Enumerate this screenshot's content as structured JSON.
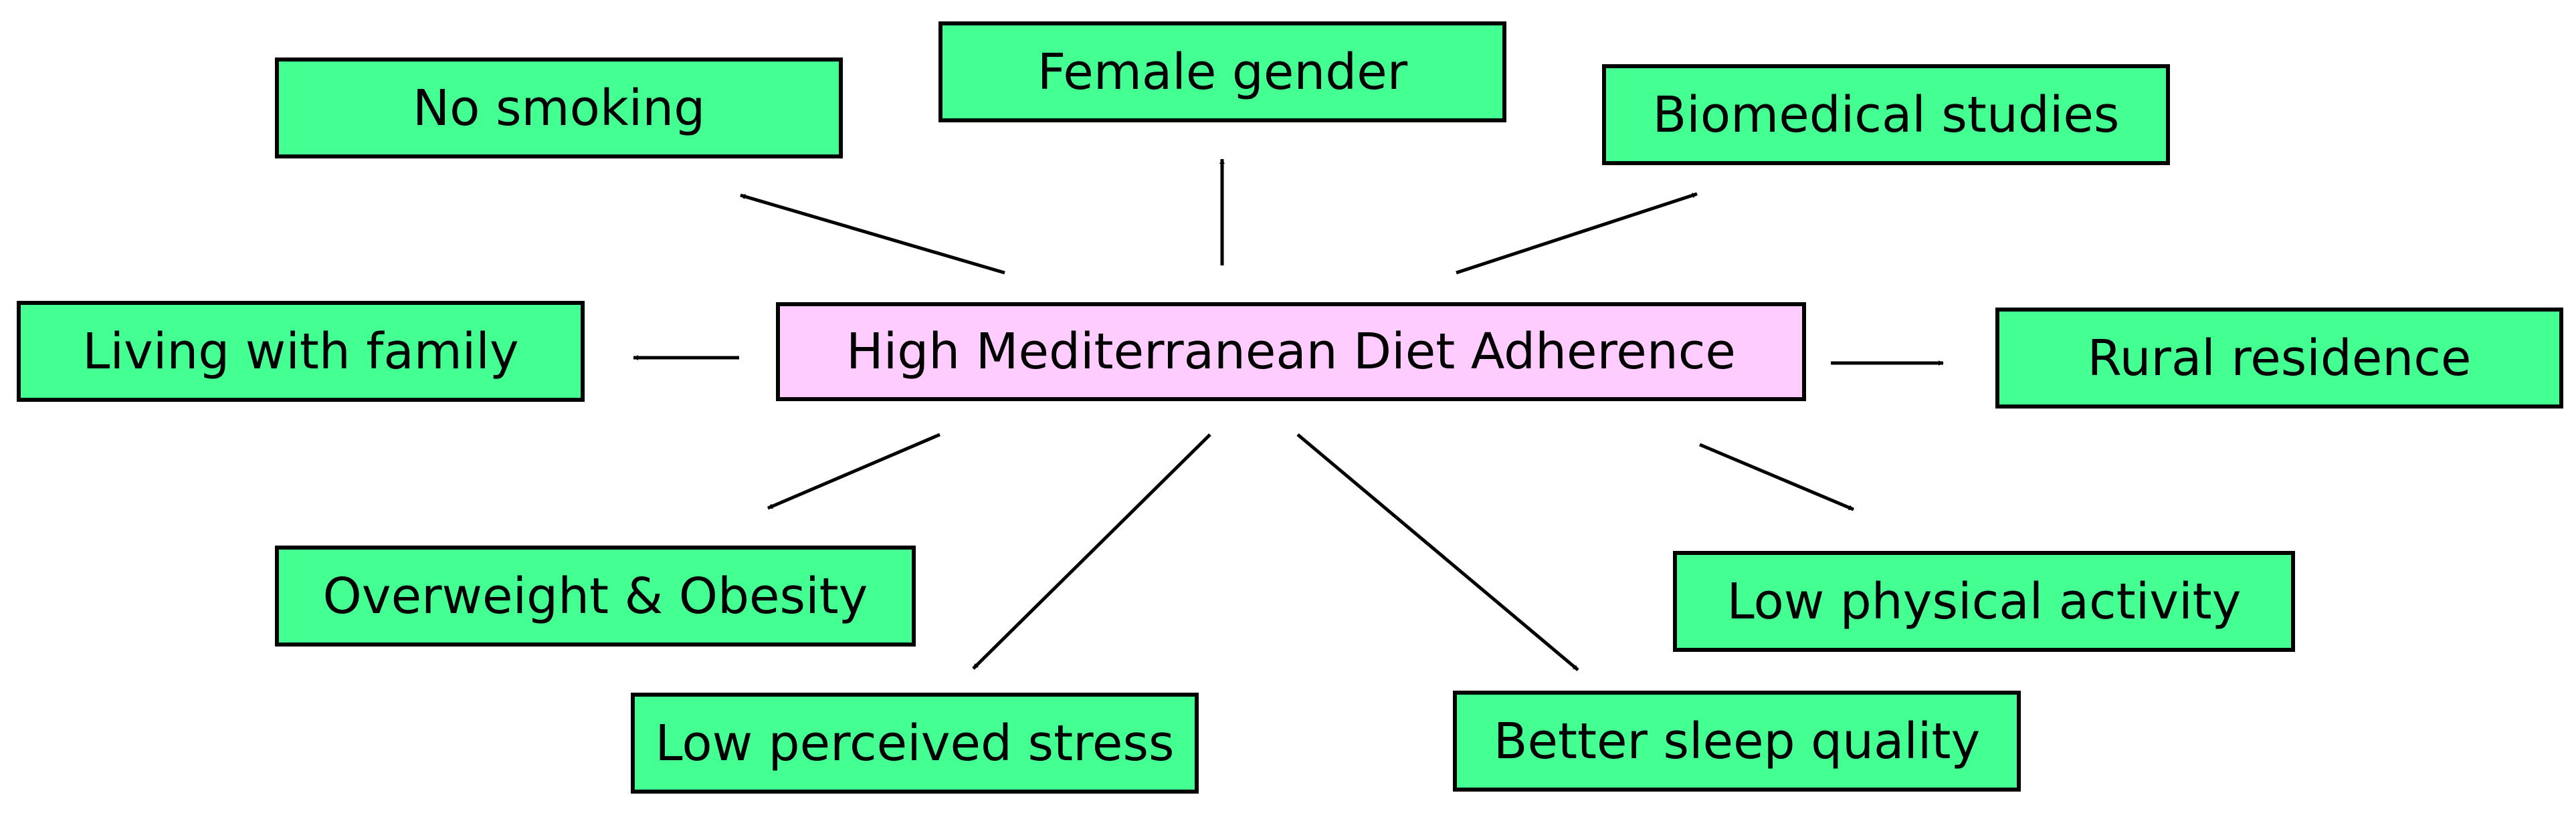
{
  "colors": {
    "center_fill": "#ffccff",
    "node_fill": "#44ff91",
    "border": "#000000",
    "arrow": "#000000",
    "background": "#ffffff"
  },
  "center": {
    "label": "High Mediterranean Diet Adherence"
  },
  "nodes": [
    {
      "id": "no-smoking",
      "label": "No smoking"
    },
    {
      "id": "female-gender",
      "label": "Female gender"
    },
    {
      "id": "biomedical-studies",
      "label": "Biomedical studies"
    },
    {
      "id": "living-with-family",
      "label": "Living with family"
    },
    {
      "id": "rural-residence",
      "label": "Rural residence"
    },
    {
      "id": "overweight-obesity",
      "label": "Overweight & Obesity"
    },
    {
      "id": "low-physical-activity",
      "label": "Low physical activity"
    },
    {
      "id": "low-perceived-stress",
      "label": "Low perceived stress"
    },
    {
      "id": "better-sleep-quality",
      "label": "Better sleep quality"
    }
  ],
  "edges": [
    {
      "from": "center",
      "to": "no-smoking"
    },
    {
      "from": "center",
      "to": "female-gender"
    },
    {
      "from": "center",
      "to": "biomedical-studies"
    },
    {
      "from": "center",
      "to": "living-with-family"
    },
    {
      "from": "center",
      "to": "rural-residence"
    },
    {
      "from": "center",
      "to": "overweight-obesity"
    },
    {
      "from": "center",
      "to": "low-physical-activity"
    },
    {
      "from": "center",
      "to": "low-perceived-stress"
    },
    {
      "from": "center",
      "to": "better-sleep-quality"
    }
  ]
}
